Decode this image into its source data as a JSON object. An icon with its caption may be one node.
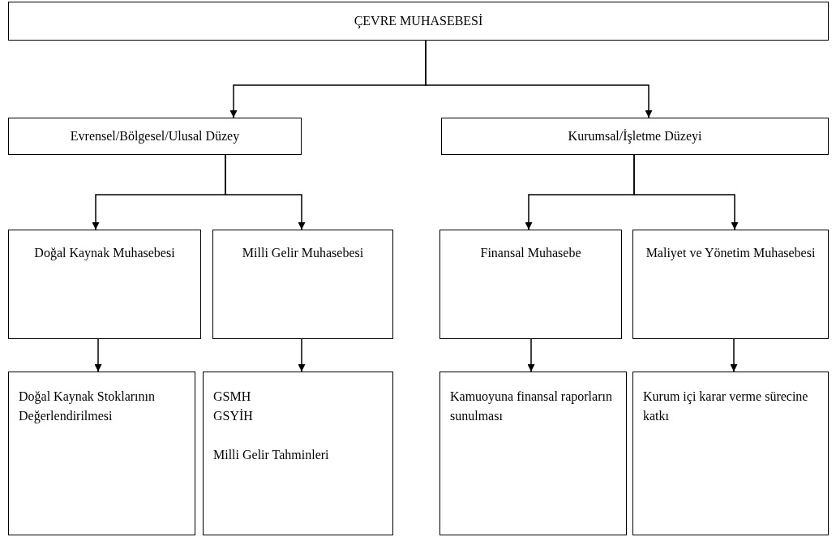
{
  "diagram": {
    "nodes": [
      {
        "text": [
          "ÇEVRE MUHASEBESİ"
        ]
      },
      {
        "text": [
          "Evrensel/Bölgesel/Ulusal Düzey"
        ]
      },
      {
        "text": [
          "Kurumsal/İşletme Düzeyi"
        ]
      },
      {
        "text": [
          "Doğal Kaynak Muhasebesi"
        ]
      },
      {
        "text": [
          "Milli Gelir Muhasebesi"
        ]
      },
      {
        "text": [
          "Finansal Muhasebe"
        ]
      },
      {
        "text": [
          "Maliyet ve Yönetim Muhasebesi"
        ]
      },
      {
        "text": [
          "Doğal Kaynak Stoklarının Değerlendirilmesi"
        ]
      },
      {
        "text": [
          "GSMH",
          "GSYİH",
          "Milli Gelir Tahminleri"
        ]
      },
      {
        "text": [
          "Kamuoyuna finansal raporların sunulması"
        ]
      },
      {
        "text": [
          "Kurum içi karar verme sürecine katkı"
        ]
      }
    ],
    "edges": [
      {
        "from": 0,
        "to": 1,
        "arrow": "to"
      },
      {
        "from": 0,
        "to": 2,
        "arrow": "to"
      },
      {
        "from": 1,
        "to": 3,
        "arrow": "to"
      },
      {
        "from": 1,
        "to": 4,
        "arrow": "to"
      },
      {
        "from": 2,
        "to": 5,
        "arrow": "to"
      },
      {
        "from": 2,
        "to": 6,
        "arrow": "to"
      },
      {
        "from": 3,
        "to": 7,
        "arrow": "to"
      },
      {
        "from": 4,
        "to": 8,
        "arrow": "to"
      },
      {
        "from": 5,
        "to": 9,
        "arrow": "to"
      },
      {
        "from": 6,
        "to": 10,
        "arrow": "to"
      }
    ]
  }
}
